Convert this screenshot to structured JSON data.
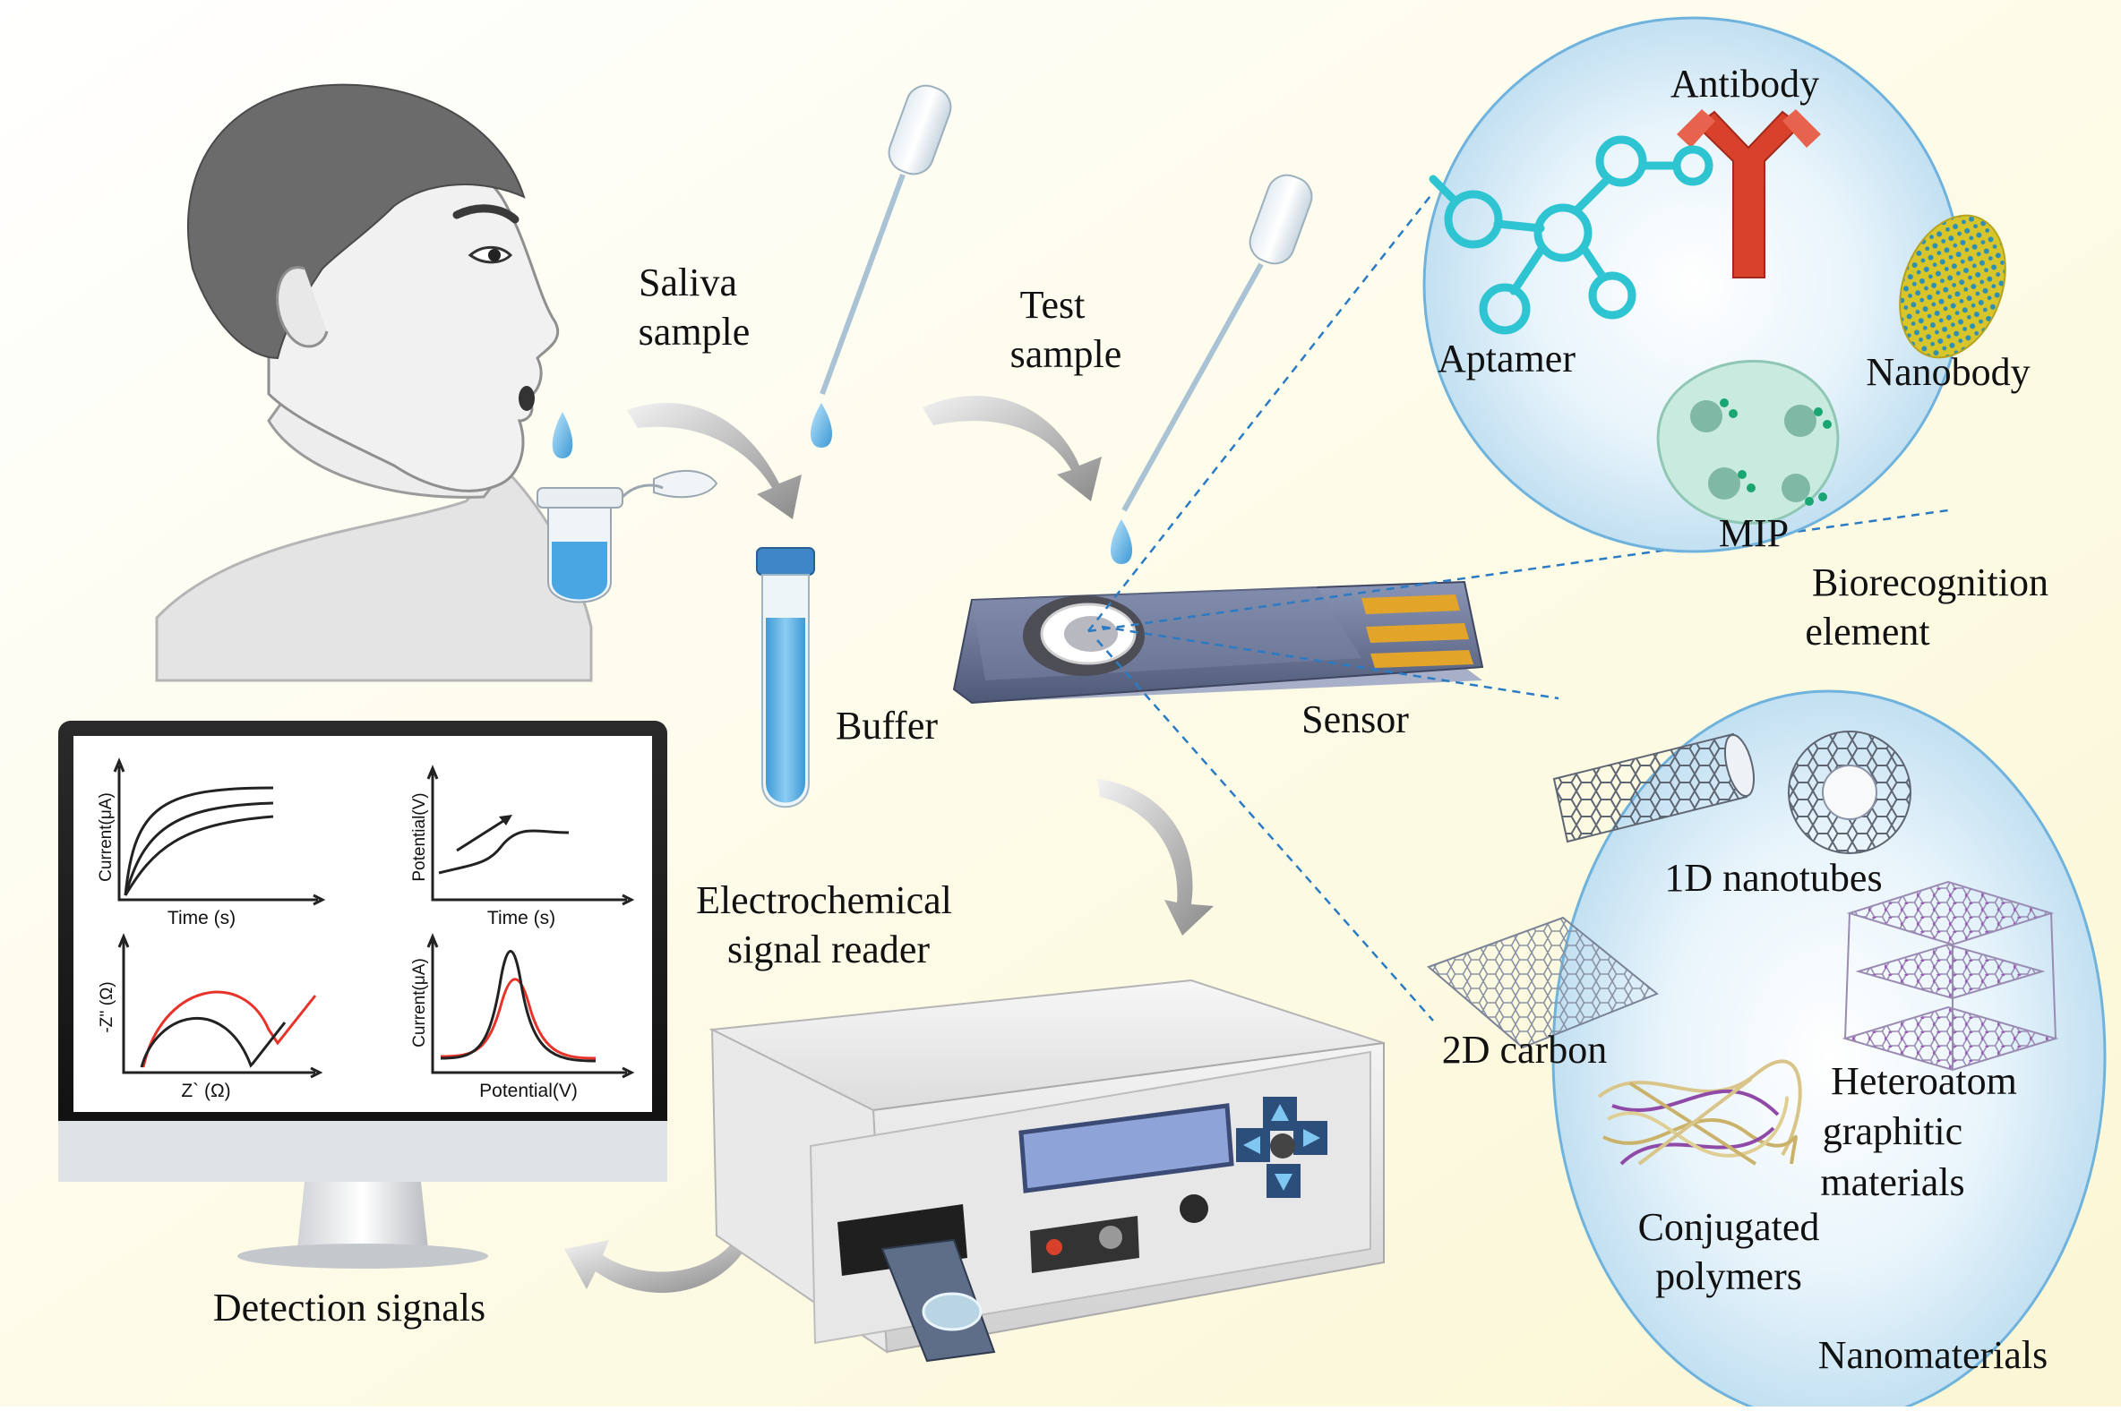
{
  "labels": {
    "saliva_sample": [
      "Saliva",
      "sample"
    ],
    "test_sample": [
      "Test",
      "sample"
    ],
    "buffer": "Buffer",
    "sensor": "Sensor",
    "reader": [
      "Electrochemical",
      "signal reader"
    ],
    "detection_signals": "Detection signals",
    "biorecognition": [
      "Biorecognition",
      "element"
    ],
    "nanomaterials": "Nanomaterials"
  },
  "biorecognition_items": {
    "antibody": "Antibody",
    "aptamer": "Aptamer",
    "nanobody": "Nanobody",
    "mip": "MIP"
  },
  "nanomaterial_items": {
    "nanotubes": "1D nanotubes",
    "carbon": "2D carbon",
    "heteroatom": [
      "Heteroatom",
      "graphitic",
      "materials"
    ],
    "polymers": [
      "Conjugated",
      "polymers"
    ]
  },
  "plots": [
    {
      "xlabel": "Time (s)",
      "ylabel": "Current(μA)"
    },
    {
      "xlabel": "Time (s)",
      "ylabel": "Potential(V)"
    },
    {
      "xlabel": "Z` (Ω)",
      "ylabel": "-Z'' (Ω)"
    },
    {
      "xlabel": "Potential(V)",
      "ylabel": "Current(μA)"
    }
  ],
  "colors": {
    "background": "#fdfbe6",
    "circle_fill": "#d6ecf7",
    "circle_stroke": "#6fb3dd",
    "dashed_line": "#2a7bc4",
    "buffer_liquid": "#5fb2e6",
    "antibody": "#d8412c",
    "aptamer": "#2fc4d2",
    "nanobody": "#d9c92a",
    "plot_red": "#e8332a"
  }
}
